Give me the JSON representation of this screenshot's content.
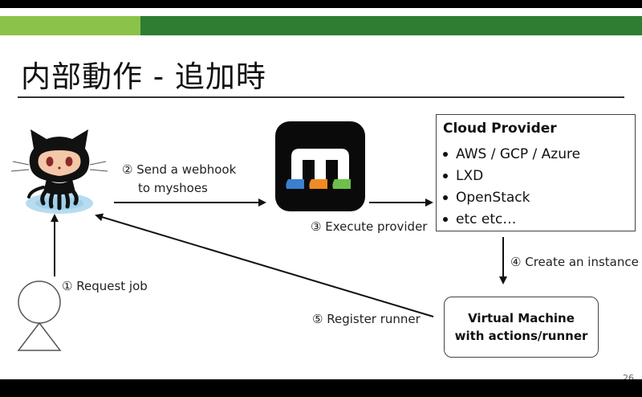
{
  "slide": {
    "title": "内部動作 - 追加時",
    "page_number": "26"
  },
  "steps": {
    "request_job": "① Request job",
    "send_webhook_line1": "② Send a webhook",
    "send_webhook_line2": "to myshoes",
    "execute_provider": "③ Execute provider",
    "create_instance": "④ Create an instance",
    "register_runner": "⑤ Register runner"
  },
  "cloud_provider": {
    "title": "Cloud Provider",
    "items": [
      "AWS / GCP / Azure",
      "LXD",
      "OpenStack",
      "etc etc…"
    ]
  },
  "virtual_machine": {
    "line1": "Virtual Machine",
    "line2": "with actions/runner"
  },
  "icons": {
    "github": "octocat-icon",
    "myshoes": "myshoes-logo",
    "user": "user-icon"
  },
  "colors": {
    "bar_light": "#8bc34a",
    "bar_dark": "#2e7d32",
    "shoe_blue": "#3b7fd0",
    "shoe_orange": "#f08a24",
    "shoe_green": "#6cc04a"
  }
}
